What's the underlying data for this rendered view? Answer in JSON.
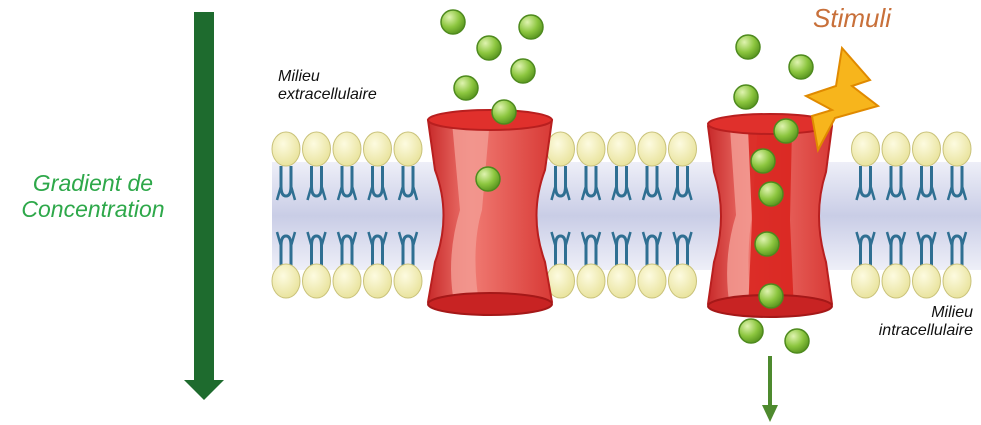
{
  "labels": {
    "gradient_line1": "Gradient de",
    "gradient_line2": "Concentration",
    "extracellular_line1": "Milieu",
    "extracellular_line2": "extracellulaire",
    "intracellular_line1": "Milieu",
    "intracellular_line2": "intracellulaire",
    "stimuli": "Stimuli"
  },
  "colors": {
    "gradient_arrow": "#1e6b2e",
    "gradient_text": "#2ea84a",
    "stimuli_text": "#c8703a",
    "lipid_head": "#f4f0b8",
    "lipid_tail": "#2f6f92",
    "membrane_core": "#dde0f0",
    "channel": "#e84a4a",
    "ion": "#8cc63f",
    "lightning": "#f7b51c"
  },
  "icons": {
    "lightning": "lightning-bolt-icon",
    "ion": "ion-particle-icon",
    "channel": "ion-channel-icon"
  }
}
